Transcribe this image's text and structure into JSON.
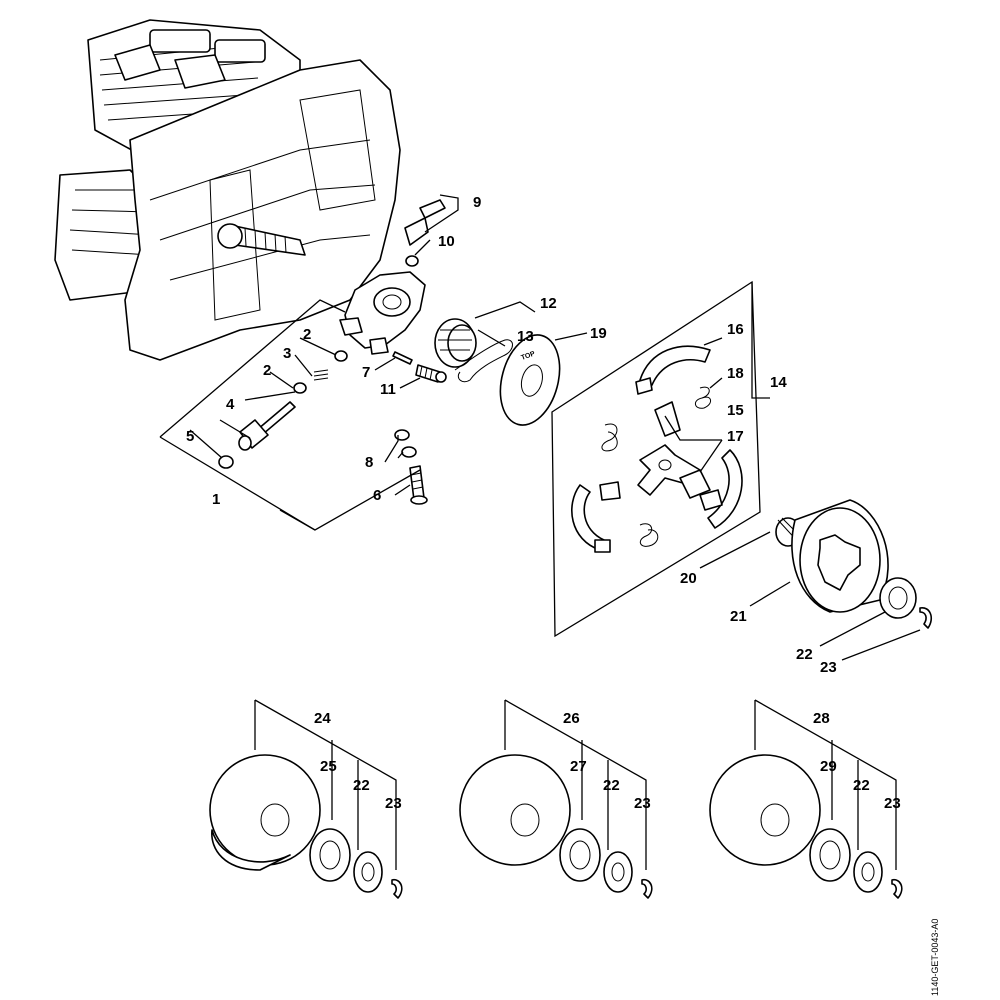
{
  "drawing_id": "1140-GET-0043-A0",
  "callouts": {
    "c1": "1",
    "c2a": "2",
    "c2b": "2",
    "c3": "3",
    "c4": "4",
    "c5": "5",
    "c6": "6",
    "c7": "7",
    "c8": "8",
    "c9": "9",
    "c10": "10",
    "c11": "11",
    "c12": "12",
    "c13": "13",
    "c14": "14",
    "c15": "15",
    "c16": "16",
    "c17": "17",
    "c18": "18",
    "c19": "19",
    "c20": "20",
    "c21": "21",
    "c22": "22",
    "c23": "23",
    "c24": "24",
    "c25": "25",
    "c22b": "22",
    "c23b": "23",
    "c26": "26",
    "c27": "27",
    "c22c": "22",
    "c23c": "23",
    "c28": "28",
    "c29": "29",
    "c22d": "22",
    "c23d": "23"
  },
  "plate_text": "TOP",
  "colors": {
    "line": "#000000",
    "background": "#ffffff"
  }
}
